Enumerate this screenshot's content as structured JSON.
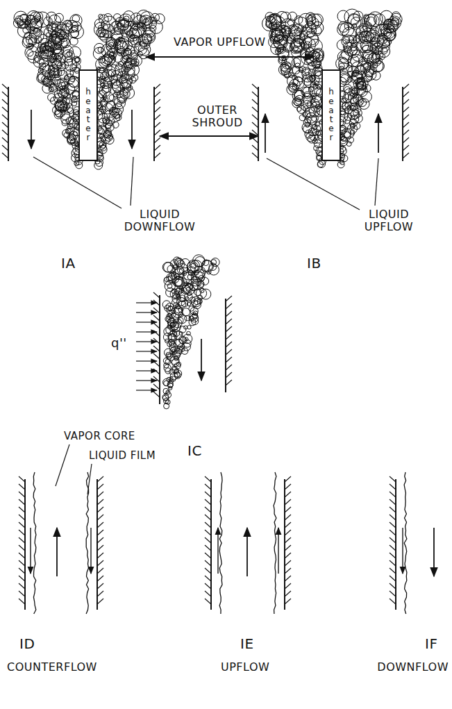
{
  "diagram": {
    "nodes": [
      {
        "text": [
          "heater"
        ]
      },
      {
        "text": [
          "heater"
        ]
      }
    ],
    "labels": [
      "VAPOR UPFLOW",
      "OUTER SHROUD",
      "LIQUID DOWNFLOW",
      "LIQUID UPFLOW",
      "IA",
      "IB",
      "q''",
      "IC",
      "VAPOR CORE",
      "LIQUID FILM",
      "ID",
      "COUNTERFLOW",
      "IE",
      "UPFLOW",
      "IF",
      "DOWNFLOW"
    ]
  }
}
